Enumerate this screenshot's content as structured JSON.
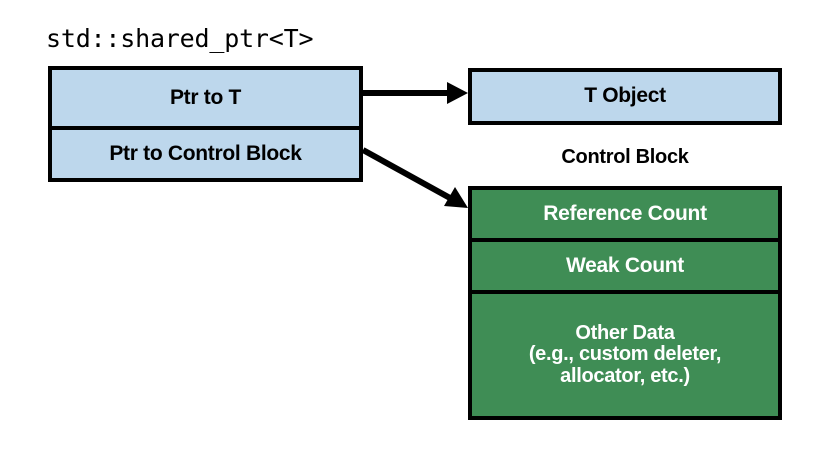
{
  "diagram": {
    "title": "std::shared_ptr<T>",
    "colors": {
      "blue_fill": "#bdd7ec",
      "green_fill": "#3f8d55",
      "stroke": "#000000",
      "blue_text": "#000000",
      "green_text": "#ffffff",
      "background": "#ffffff"
    },
    "shared_ptr_box": {
      "label": "std::shared_ptr<T>",
      "rows": [
        {
          "label": "Ptr to T"
        },
        {
          "label": "Ptr to Control Block"
        }
      ]
    },
    "t_object_box": {
      "label": "T Object"
    },
    "control_block": {
      "caption": "Control Block",
      "rows": [
        {
          "label": "Reference Count"
        },
        {
          "label": "Weak Count"
        },
        {
          "label": "Other Data (e.g., custom deleter, allocator, etc.)",
          "lines": [
            "Other Data",
            "(e.g., custom deleter,",
            "allocator, etc.)"
          ]
        }
      ]
    },
    "arrows": [
      {
        "name": "ptr-to-t-arrow",
        "from": "Ptr to T",
        "to": "T Object",
        "style": "straight"
      },
      {
        "name": "ptr-to-control-block-arrow",
        "from": "Ptr to Control Block",
        "to": "Reference Count",
        "style": "diagonal"
      }
    ]
  }
}
